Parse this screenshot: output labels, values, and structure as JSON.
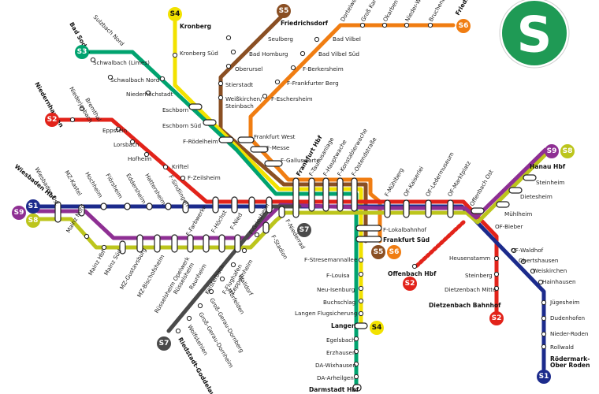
{
  "logo": {
    "letter": "S",
    "color": "#1f9a55"
  },
  "lines": {
    "S1": {
      "color": "#1c2b8c",
      "text_color": "#ffffff"
    },
    "S2": {
      "color": "#e2231a",
      "text_color": "#ffffff"
    },
    "S3": {
      "color": "#00a36f",
      "text_color": "#ffffff"
    },
    "S4": {
      "color": "#f2e200",
      "text_color": "#111111"
    },
    "S5": {
      "color": "#8a4f23",
      "text_color": "#ffffff"
    },
    "S6": {
      "color": "#f07d12",
      "text_color": "#ffffff"
    },
    "S7": {
      "color": "#4a4a4a",
      "text_color": "#ffffff"
    },
    "S8": {
      "color": "#bcc51c",
      "text_color": "#ffffff"
    },
    "S9": {
      "color": "#8e2f93",
      "text_color": "#ffffff"
    }
  },
  "stations": {
    "kronberg": "Kronberg",
    "kronberg_sued": "Kronberg Süd",
    "bad_soden": "Bad Soden",
    "sulzbach_nord": "Sulzbach Nord",
    "schwalbach_limes": "Schwalbach (Limes)",
    "schwalbach_nord": "Schwalbach Nord",
    "niederhoechstadt": "Niederhöchstadt",
    "eschborn": "Eschborn",
    "eschborn_sued": "Eschborn Süd",
    "f_roedelheim": "F-Rödelheim",
    "friedrichsdorf": "Friedrichsdorf",
    "seulberg": "Seulberg",
    "bad_homburg": "Bad Homburg",
    "oberursel": "Oberursel",
    "stierstadt": "Stierstadt",
    "weisskirchen": "Weißkirchen/",
    "steinbach": "Steinbach",
    "friedberg": "Friedberg",
    "bruchenbruecken": "Bruchenbrücken",
    "nieder_woellstadt": "Nieder-Wöllstadt",
    "okarben": "Okarben",
    "gross_karben": "Groß Karben",
    "dortelweil": "Dortelweil",
    "bad_vilbel": "Bad Vilbel",
    "bad_vilbel_sued": "Bad Vilbel Süd",
    "f_berkersheim": "F-Berkersheim",
    "f_frankfurter_berg": "F-Frankfurter Berg",
    "f_eschersheim": "F-Eschersheim",
    "f_west": "Frankfurt West",
    "f_messe": "F-Messe",
    "f_galluswarte": "F-Galluswarte",
    "f_hbf": "Frankfurt Hbf",
    "f_taunusanlage": "F-Taunusanlage",
    "f_hauptwache": "F-Hauptwache",
    "f_konstablerwache": "F-Konstablerwache",
    "f_ostendstrasse": "F-Ostendstraße",
    "f_muehlberg": "F-Mühlberg",
    "of_kaiserlei": "OF-Kaiserlei",
    "of_ledermuseum": "OF-Ledermuseum",
    "of_marktplatz": "OF-Marktplatz",
    "offenbach_ost": "Offenbach Ost",
    "hanau_hbf": "Hanau Hbf",
    "steinheim": "Steinheim",
    "dietesheim": "Dietesheim",
    "muehlheim": "Mühlheim",
    "of_bieber": "OF-Bieber",
    "of_waldhof": "OF-Waldhof",
    "obertshausen": "Obertshausen",
    "weiskirchen": "Weiskirchen",
    "hainhausen": "Hainhausen",
    "juegesheim": "Jügesheim",
    "dudenhofen": "Dudenhofen",
    "nieder_roden": "Nieder-Roden",
    "rollwald": "Rollwald",
    "roedermark_1": "Rödermark-",
    "roedermark_2": "Ober Roden",
    "heusenstamm": "Heusenstamm",
    "steinberg": "Steinberg",
    "dietzenbach_mitte": "Dietzenbach Mitte",
    "dietzenbach_bf": "Dietzenbach Bahnhof",
    "offenbach_hbf": "Offenbach Hbf",
    "f_lokalbahnhof": "F-Lokalbahnhof",
    "frankfurt_sued": "Frankfurt Süd",
    "f_stresemannallee": "F-Stresemannallee",
    "f_louisa": "F-Louisa",
    "neu_isenburg": "Neu-Isenburg",
    "buchschlag": "Buchschlag",
    "langen_flugsicherung": "Langen Flugsicherung",
    "langen": "Langen",
    "egelsbach": "Egelsbach",
    "erzhausen": "Erzhausen",
    "da_wixhausen": "DA-Wixhausen",
    "da_arheilgen": "DA-Arheilgen",
    "darmstadt_hbf": "Darmstadt Hbf",
    "niedernhausen": "Niedernhausen",
    "niederjosbach": "Niederjosbach",
    "bremthal": "Bremthal",
    "eppstein": "Eppstein",
    "lorsbach": "Lorsbach",
    "hofheim": "Hofheim",
    "kriftel": "Kriftel",
    "f_zeilsheim": "F-Zeilsheim",
    "f_sindlingen": "F-Sindlingen",
    "hattersheim": "Hattersheim",
    "eddersheim": "Eddersheim",
    "floersheim": "Flörsheim",
    "hochheim": "Hochheim",
    "mz_kastel": "MZ-Kastel",
    "wiesbaden_ost": "Wiesbaden Ost",
    "wiesbaden_hbf": "Wiesbaden Hbf",
    "f_farbwerke": "F-Farbwerke",
    "f_hoechst": "F-Höchst",
    "f_nied": "F-Nied",
    "f_griesheim": "F-Griesheim",
    "f_niederrad": "F-Niederrad",
    "f_stadion": "F-Stadion",
    "mainz_nord": "Mainz Nord",
    "mainz_hbf": "Mainz Hbf",
    "mainz_sued": "Mainz Süd",
    "mz_gustavsburg": "MZ-Gustavsburg",
    "mz_bischofsheim": "MZ-Bischofsheim",
    "ruesselsheim_opelwerk": "Rüsselsheim Opelwerk",
    "ruesselsheim": "Rüsselsheim",
    "raunheim": "Raunheim",
    "kelsterbach": "Kelsterbach",
    "f_flughafen": "F-Flughafen",
    "zeppelinheim": "Zeppelinheim",
    "walldorf": "Walldorf",
    "moerfelden": "Mörfelden",
    "gg_dornberg": "Groß-Gerau-Dornberg",
    "gg_dornheim": "Groß-Gerau-Dornheim",
    "wolfskehlen": "Wolfskehlen",
    "riedstadt_goddelau": "Riedstadt-Goddelau"
  }
}
